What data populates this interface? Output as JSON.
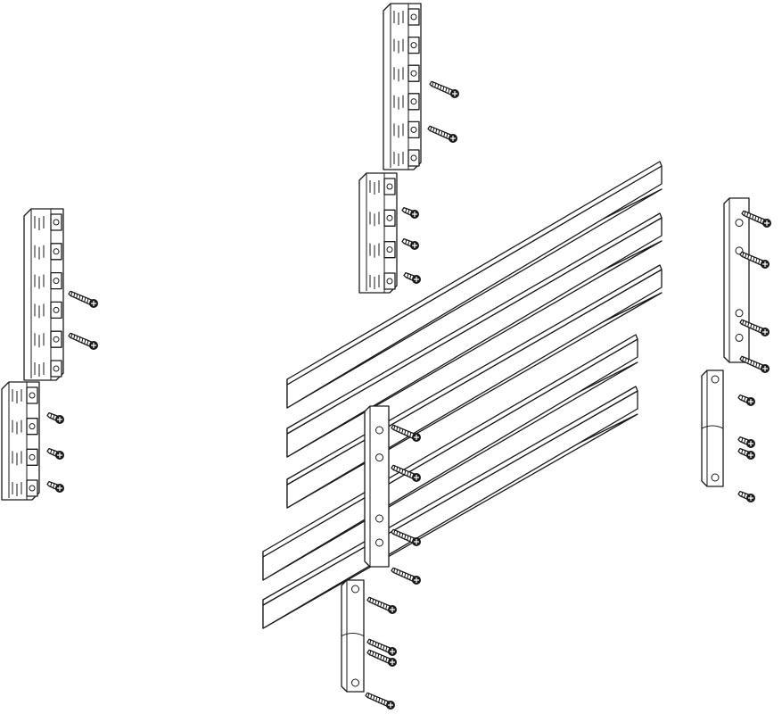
{
  "diagram": {
    "kind": "exploded-assembly-drawing",
    "line_color": "#1a1a1a",
    "background": "#ffffff",
    "parts": {
      "busbars": 5,
      "busbar_holders_large": 2,
      "busbar_holders_small": 2,
      "support_rails": 2,
      "clip_rails": 2,
      "screws": 26
    }
  }
}
